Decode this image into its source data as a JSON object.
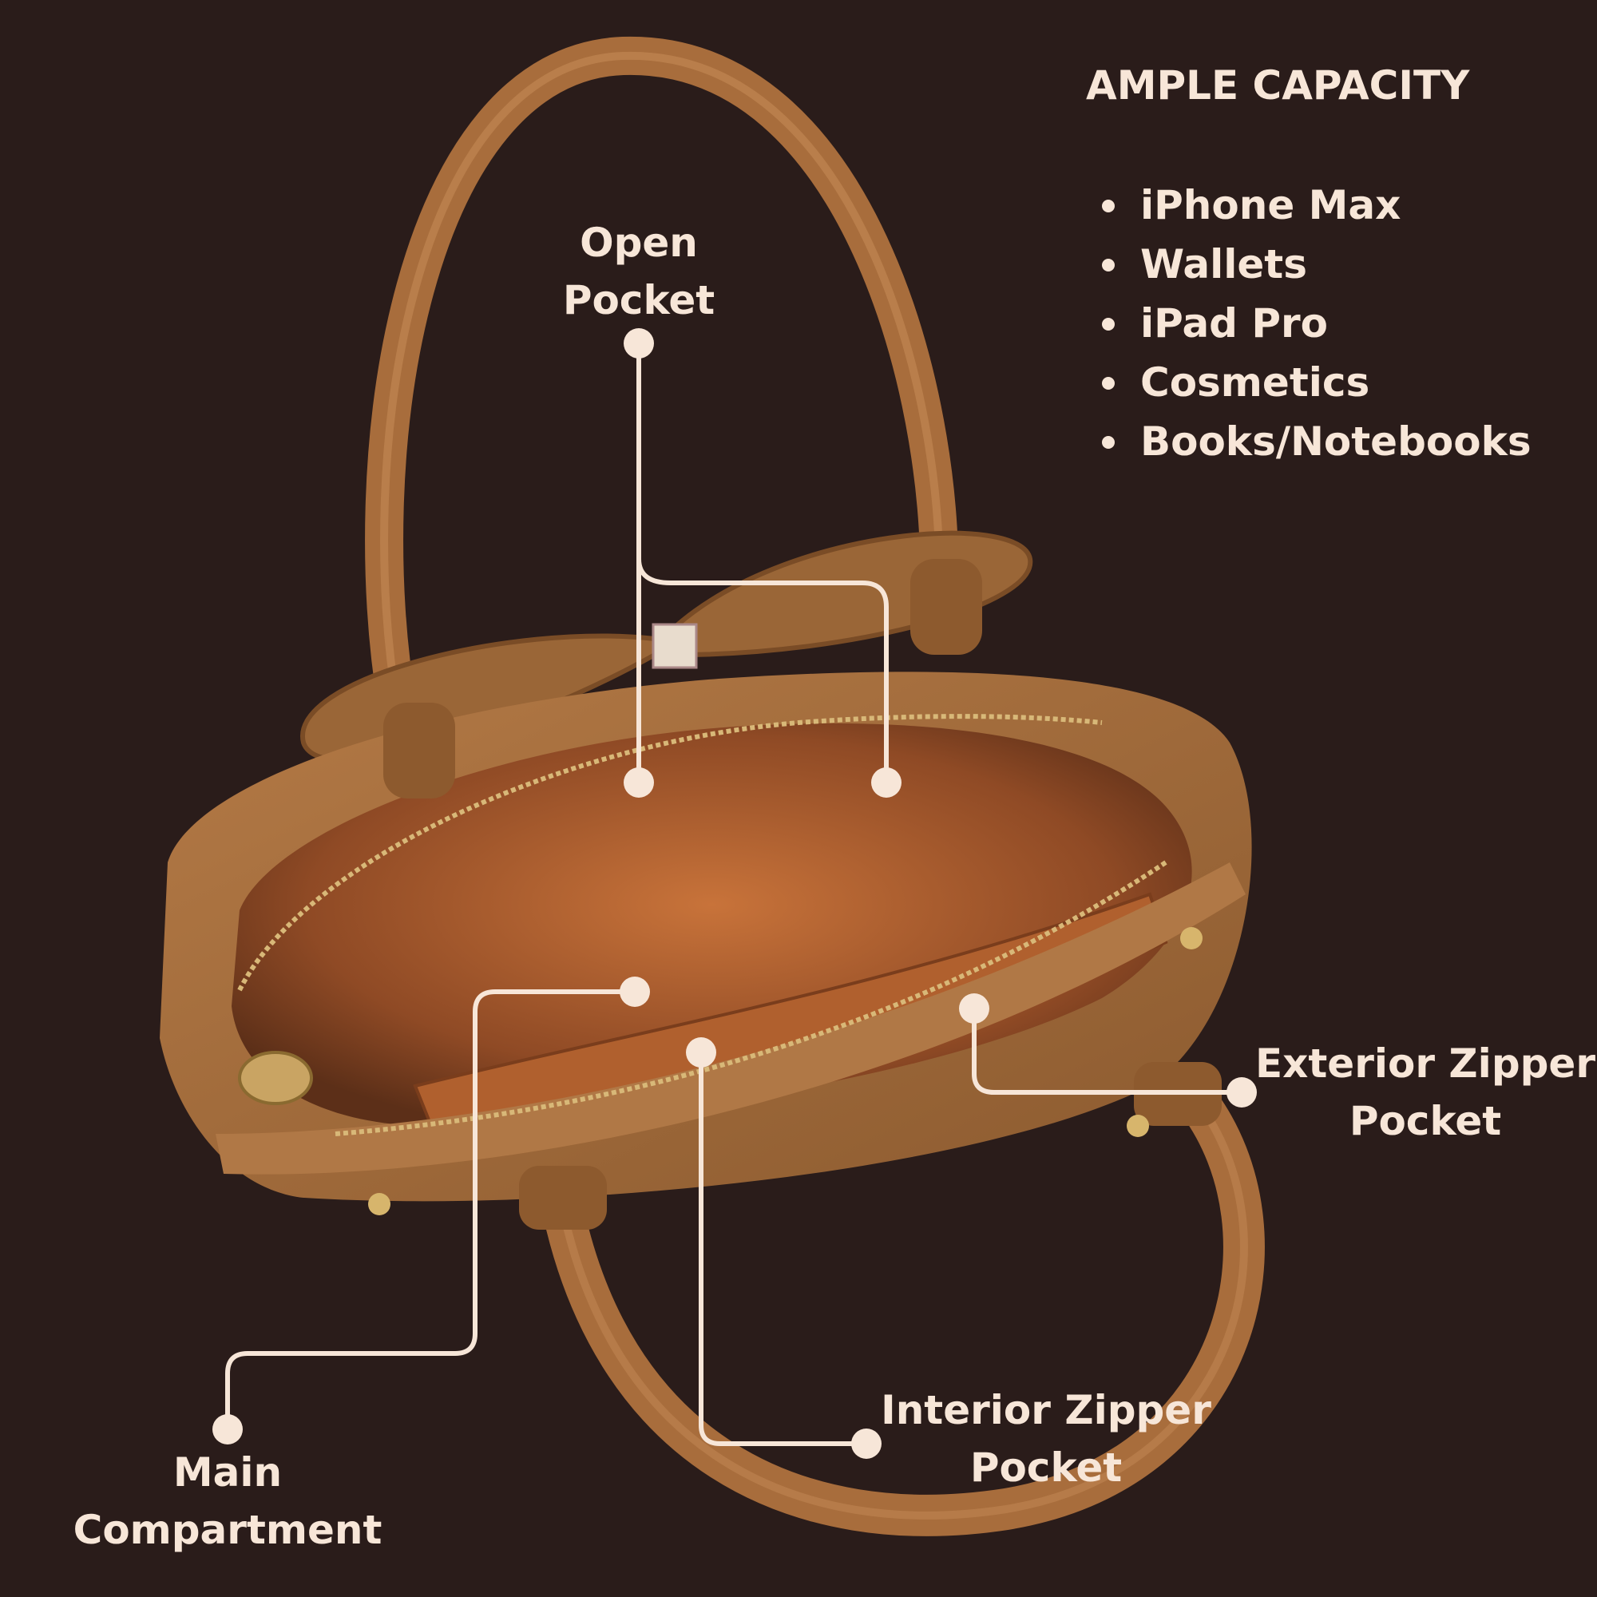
{
  "capacity": {
    "title": "AMPLE CAPACITY",
    "items": [
      "iPhone Max",
      "Wallets",
      "iPad Pro",
      "Cosmetics",
      "Books/Notebooks"
    ]
  },
  "callouts": {
    "open_pocket": [
      "Open",
      "Pocket"
    ],
    "exterior_zipper_pocket": [
      "Exterior Zipper",
      "Pocket"
    ],
    "interior_zipper_pocket": [
      "Interior Zipper",
      "Pocket"
    ],
    "main_compartment": [
      "Main",
      "Compartment"
    ]
  },
  "colors": {
    "background": "#2a1c1a",
    "text": "#f7e6d8",
    "leather": "#a86d3c",
    "lining": "#a8572a"
  }
}
